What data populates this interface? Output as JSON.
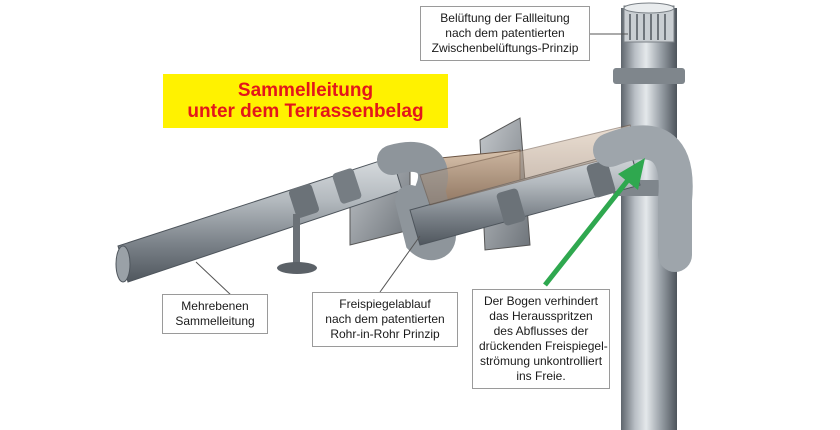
{
  "title": {
    "line1": "Sammelleitung",
    "line2": "unter dem Terrassenbelag"
  },
  "labels": {
    "ventilation": [
      "Belüftung der Fallleitung",
      "nach dem patentierten",
      "Zwischenbelüftungs-Prinzip"
    ],
    "collector": [
      "Mehrebenen",
      "Sammelleitung"
    ],
    "drain": [
      "Freispiegelablauf",
      "nach dem patentierten",
      "Rohr-in-Rohr Prinzip"
    ],
    "bend": [
      "Der Bogen verhindert",
      "das Heraus­spritzen",
      "des Abflusses der",
      "drückenden Freispiegel-",
      "strömung unkontrolliert",
      "ins Freie."
    ]
  },
  "colors": {
    "banner_bg": "#fff200",
    "banner_text": "#e3161b",
    "arrow": "#2fa84f",
    "pipe": "#8c939a",
    "leader": "#555555"
  }
}
